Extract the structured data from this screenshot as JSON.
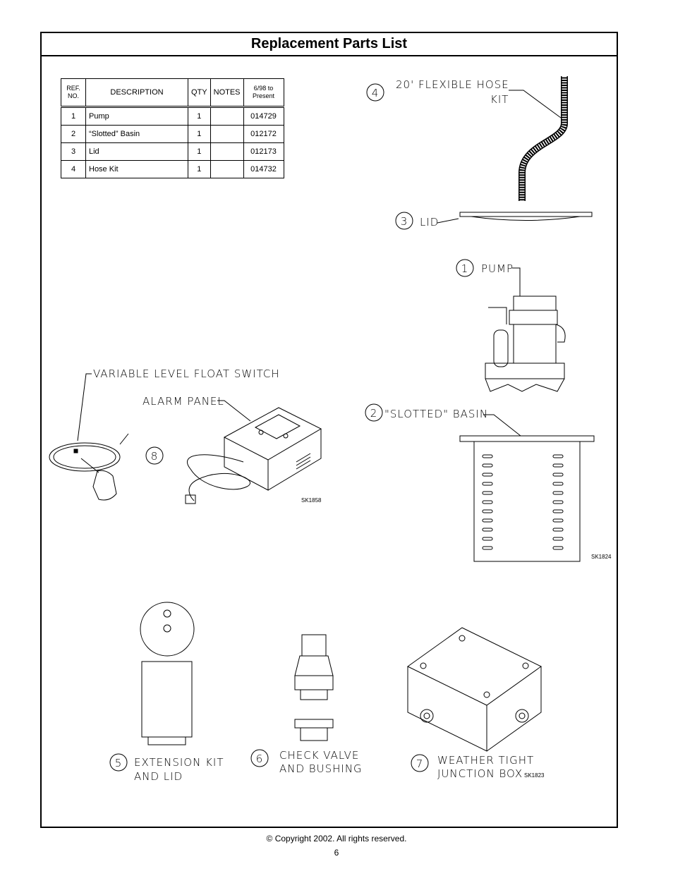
{
  "title": "Replacement Parts List",
  "table": {
    "headers": [
      "REF. NO.",
      "DESCRIPTION",
      "QTY",
      "NOTES",
      "6/98 to Present"
    ],
    "rows": [
      [
        "1",
        "Pump",
        "1",
        "",
        "014729"
      ],
      [
        "2",
        "“Slotted”  Basin",
        "1",
        "",
        "012172"
      ],
      [
        "3",
        "Lid",
        "1",
        "",
        "012173"
      ],
      [
        "4",
        "Hose Kit",
        "1",
        "",
        "014732"
      ]
    ]
  },
  "callouts": {
    "hose_num": "4",
    "hose_line1": "20' FLEXIBLE HOSE",
    "hose_line2": "KIT",
    "lid_num": "3",
    "lid": "LID",
    "pump_num": "1",
    "pump": "PUMP",
    "basin_num": "2",
    "basin": "\"SLOTTED\" BASIN",
    "float": "VARIABLE LEVEL FLOAT SWITCH",
    "alarm": "ALARM PANEL",
    "alarm_num": "8",
    "ext_num": "5",
    "ext_line1": "EXTENSION KIT",
    "ext_line2": "AND LID",
    "check_num": "6",
    "check_line1": "CHECK VALVE",
    "check_line2": "AND BUSHING",
    "jbox_num": "7",
    "jbox_line1": "WEATHER TIGHT",
    "jbox_line2": "JUNCTION BOX"
  },
  "codes": {
    "alarm": "SK1858",
    "basin": "SK1824",
    "jbox": "SK1823"
  },
  "footer": {
    "copyright": "© Copyright 2002.  All rights reserved.",
    "page": "6"
  }
}
